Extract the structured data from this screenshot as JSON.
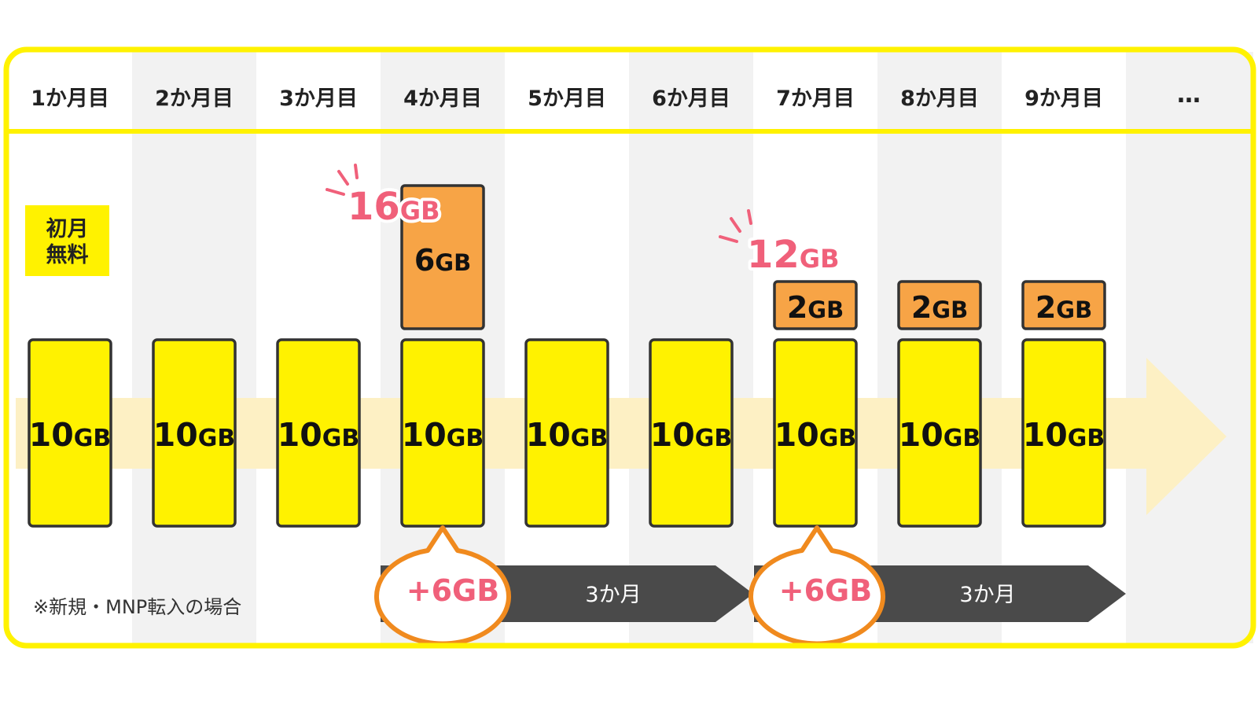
{
  "months": [
    {
      "label": "1か月目",
      "base": "10",
      "extra": ""
    },
    {
      "label": "2か月目",
      "base": "10",
      "extra": ""
    },
    {
      "label": "3か月目",
      "base": "10",
      "extra": ""
    },
    {
      "label": "4か月目",
      "base": "10",
      "extra": "6"
    },
    {
      "label": "5か月目",
      "base": "10",
      "extra": ""
    },
    {
      "label": "6か月目",
      "base": "10",
      "extra": ""
    },
    {
      "label": "7か月目",
      "base": "10",
      "extra": "2"
    },
    {
      "label": "8か月目",
      "base": "10",
      "extra": "2"
    },
    {
      "label": "9か月目",
      "base": "10",
      "extra": "2"
    }
  ],
  "more_label": "…",
  "unit": "GB",
  "free_badge": {
    "line1": "初月",
    "line2": "無料"
  },
  "totals": [
    {
      "value": "16",
      "unit": "GB"
    },
    {
      "value": "12",
      "unit": "GB"
    }
  ],
  "bonuses": [
    {
      "label": "+6GB",
      "duration": "3か月"
    },
    {
      "label": "+6GB",
      "duration": "3か月"
    }
  ],
  "note": "※新規・MNP転入の場合",
  "colors": {
    "yellow": "#FFF200",
    "orange": "#F7A446",
    "pink": "#F0607A",
    "dark": "#4A4A4A",
    "arrow": "#FDF0C4",
    "stripe": "#F2F2F2"
  }
}
